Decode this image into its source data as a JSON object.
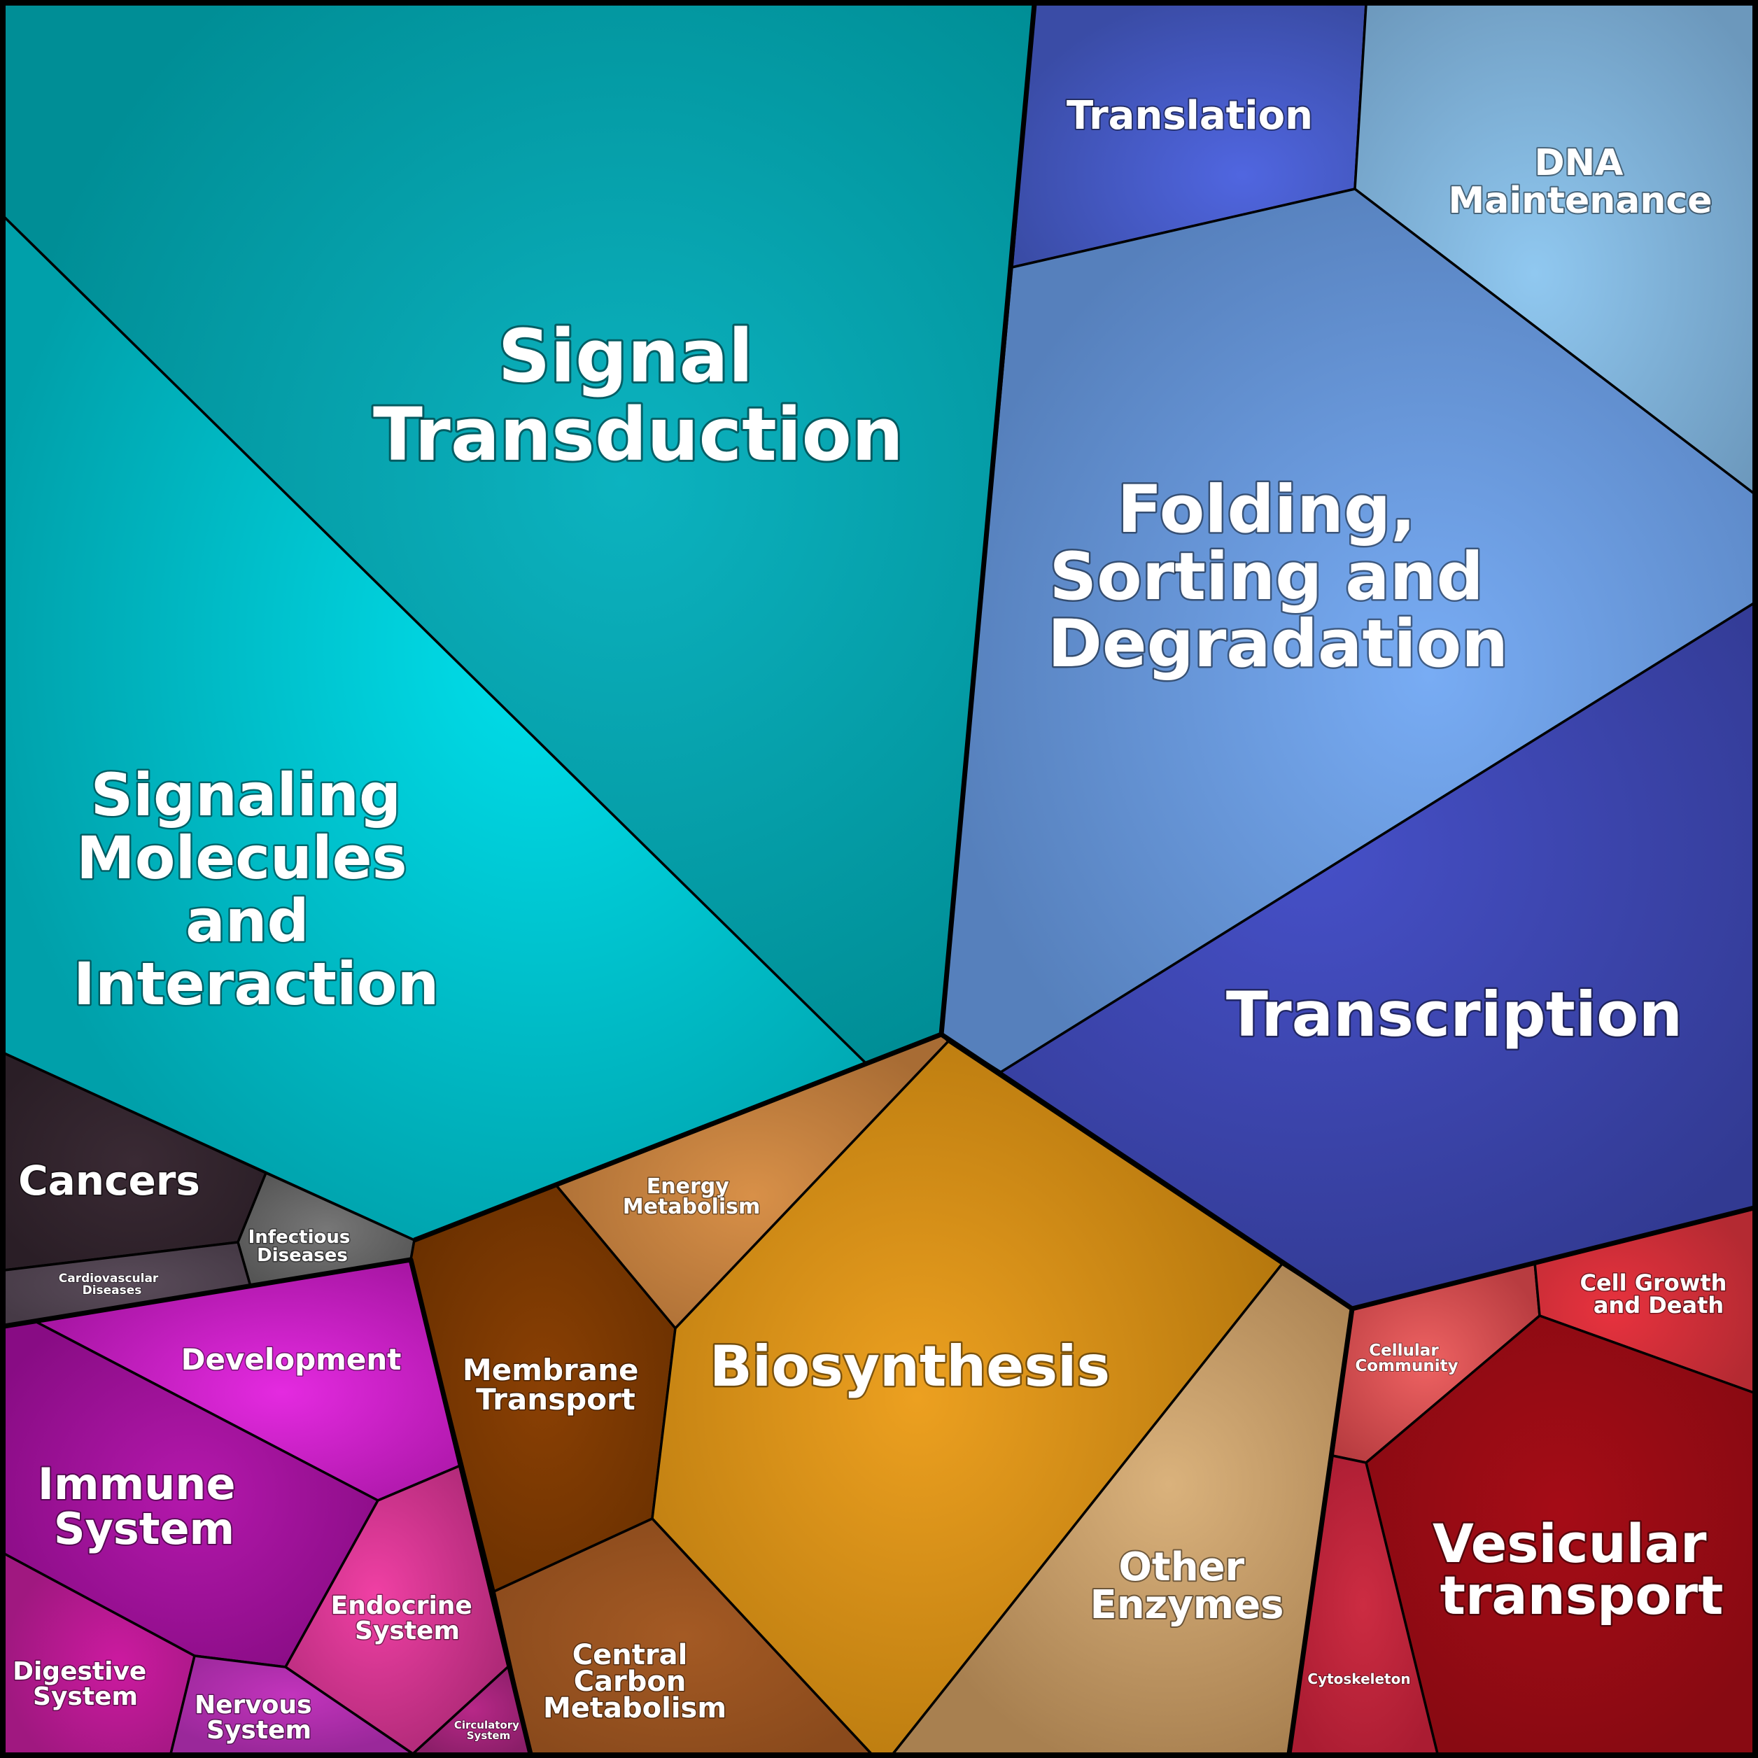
{
  "cells": {
    "signal_transduction": [
      "Signal",
      "Transduction"
    ],
    "signaling_molecules": [
      "Signaling",
      "Molecules",
      "and",
      "Interaction"
    ],
    "translation": [
      "Translation"
    ],
    "dna_maintenance": [
      "DNA",
      "Maintenance"
    ],
    "folding": [
      "Folding,",
      "Sorting and",
      "Degradation"
    ],
    "transcription": [
      "Transcription"
    ],
    "cancers": [
      "Cancers"
    ],
    "infectious": [
      "Infectious",
      "Diseases"
    ],
    "cardiovascular": [
      "Cardiovascular",
      "Diseases"
    ],
    "development": [
      "Development"
    ],
    "immune": [
      "Immune",
      "System"
    ],
    "endocrine": [
      "Endocrine",
      "System"
    ],
    "digestive": [
      "Digestive",
      "System"
    ],
    "nervous": [
      "Nervous",
      "System"
    ],
    "circulatory": [
      "Circulatory",
      "System"
    ],
    "energy": [
      "Energy",
      "Metabolism"
    ],
    "membrane": [
      "Membrane",
      "Transport"
    ],
    "biosynthesis": [
      "Biosynthesis"
    ],
    "central_carbon": [
      "Central",
      "Carbon",
      "Metabolism"
    ],
    "other_enzymes": [
      "Other",
      "Enzymes"
    ],
    "cellular_community": [
      "Cellular",
      "Community"
    ],
    "cell_growth": [
      "Cell Growth",
      "and Death"
    ],
    "vesicular": [
      "Vesicular",
      "transport"
    ],
    "cytoskeleton": [
      "Cytoskeleton"
    ]
  },
  "colors": {
    "environmental": "#00b2c0",
    "genetic": "#5a88c8",
    "diseases": "#3a2e36",
    "organismal": "#b01aa8",
    "metabolism": "#c47e1a",
    "cellular": "#a5101a"
  }
}
